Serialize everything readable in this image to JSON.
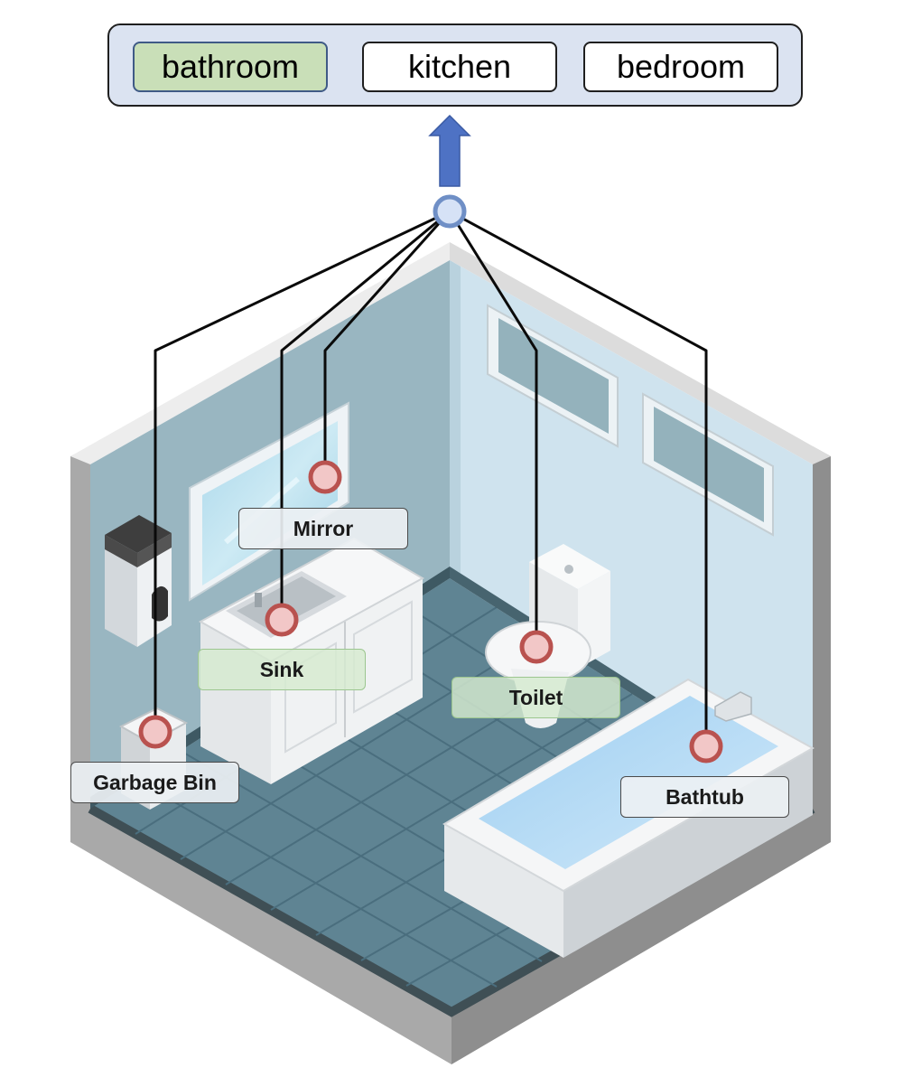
{
  "categories": {
    "options": [
      "bathroom",
      "kitchen",
      "bedroom"
    ],
    "selected": "bathroom"
  },
  "objects": [
    {
      "id": "mirror",
      "label": "Mirror"
    },
    {
      "id": "sink",
      "label": "Sink"
    },
    {
      "id": "toilet",
      "label": "Toilet"
    },
    {
      "id": "garbage_bin",
      "label": "Garbage Bin"
    },
    {
      "id": "bathtub",
      "label": "Bathtub"
    }
  ],
  "colors": {
    "selected_fill": "#c9dfb8",
    "panel_fill": "#dbe3f1",
    "hub_fill": "#d6e2f6",
    "hub_stroke": "#6f8fc6",
    "arrow_fill": "#4e72c4",
    "marker_fill": "#f2c7c7",
    "marker_stroke": "#b9524f"
  }
}
